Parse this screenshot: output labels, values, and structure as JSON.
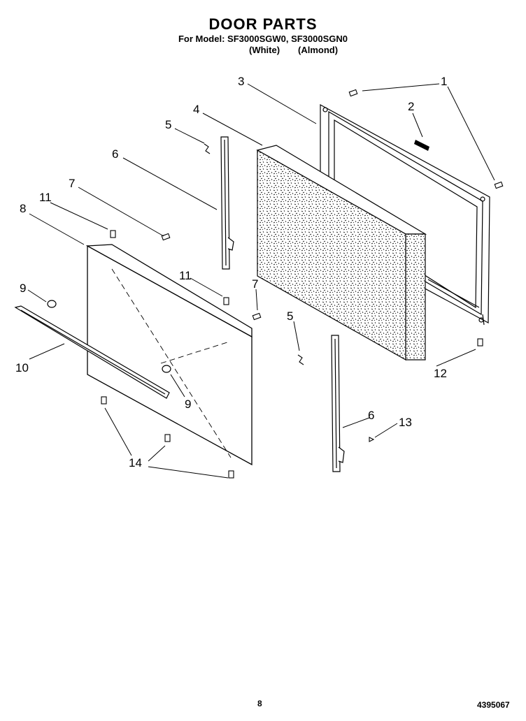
{
  "header": {
    "title": "DOOR PARTS",
    "subtitle": "For Model: SF3000SGW0, SF3000SGN0",
    "variant_white": "(White)",
    "variant_almond": "(Almond)"
  },
  "callouts": [
    "1",
    "2",
    "3",
    "4",
    "5",
    "6",
    "7",
    "8",
    "9",
    "10",
    "11",
    "12",
    "13",
    "14"
  ],
  "footer": {
    "page_number": "8",
    "doc_number": "4395067"
  },
  "colors": {
    "line": "#000000",
    "background": "#ffffff",
    "insulation": "#dcdcdc"
  }
}
